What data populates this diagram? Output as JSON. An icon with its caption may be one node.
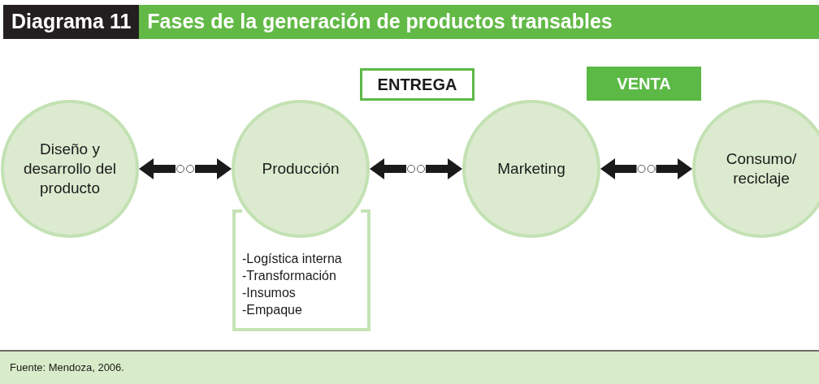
{
  "diagram": {
    "title": "Fases de la generación de productos transables",
    "caption": "Fuente: Mendoza, 2006.",
    "labels": [
      "Diagrama 11"
    ],
    "nodes": [
      {
        "text": [
          "Diseño y desarrollo del producto"
        ]
      },
      {
        "text": [
          "Producción"
        ]
      },
      {
        "text": [
          "-Logística interna",
          "-Transformación",
          "-Insumos",
          "-Empaque"
        ]
      },
      {
        "text": [
          "ENTREGA"
        ]
      },
      {
        "text": [
          "VENTA"
        ]
      },
      {
        "text": [
          "Marketing"
        ]
      },
      {
        "text": [
          "Consumo/ reciclaje"
        ]
      }
    ],
    "edges": [
      {
        "from": 0,
        "to": 1,
        "arrow": "both"
      },
      {
        "from": 1,
        "to": 5,
        "arrow": "both"
      },
      {
        "from": 5,
        "to": 6,
        "arrow": "both"
      }
    ]
  }
}
